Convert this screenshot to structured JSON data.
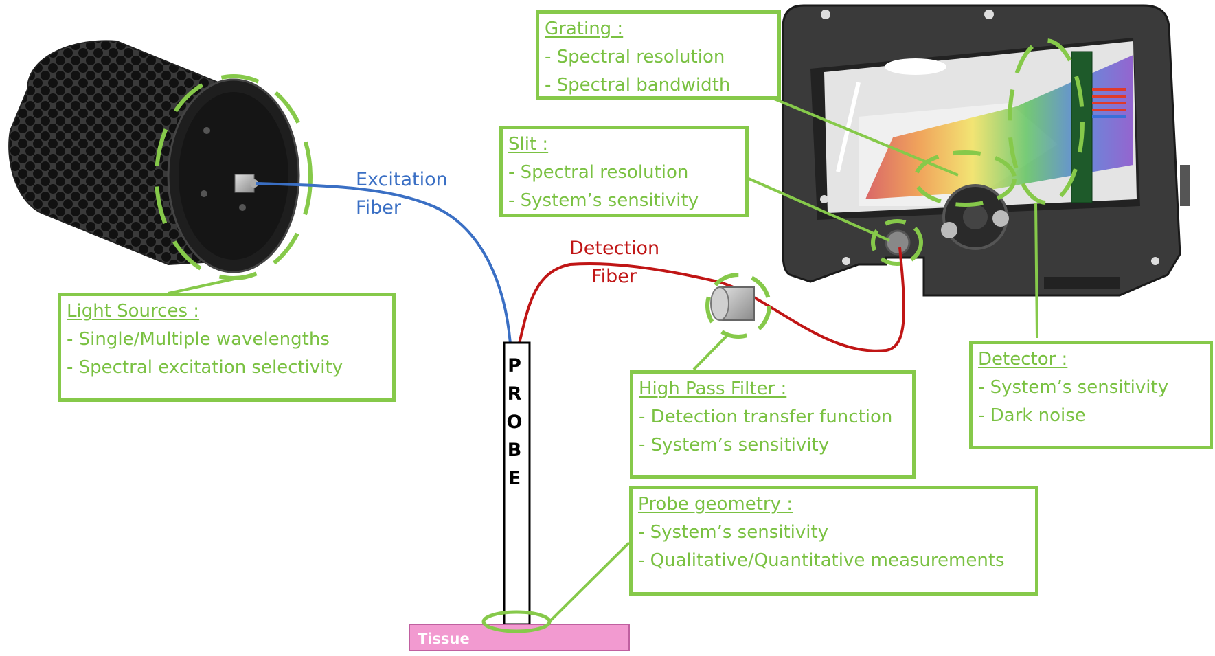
{
  "boxes": {
    "grating": {
      "title": "Grating :",
      "lines": [
        "-    Spectral resolution",
        "-    Spectral bandwidth"
      ]
    },
    "slit": {
      "title": "Slit :",
      "lines": [
        "-    Spectral resolution",
        "-    System’s sensitivity"
      ]
    },
    "light": {
      "title": "Light Sources :",
      "lines": [
        "- Single/Multiple wavelengths",
        "- Spectral excitation selectivity"
      ]
    },
    "filter": {
      "title": "High Pass Filter :",
      "lines": [
        "- Detection transfer function",
        "- System’s sensitivity"
      ]
    },
    "detector": {
      "title": "Detector :",
      "lines": [
        "- System’s sensitivity",
        "- Dark noise"
      ]
    },
    "probe_geo": {
      "title": "Probe geometry :",
      "lines": [
        "- System’s sensitivity",
        "- Qualitative/Quantitative measurements"
      ]
    }
  },
  "labels": {
    "excitation": [
      "Excitation",
      "Fiber"
    ],
    "detection": [
      "Detection",
      "Fiber"
    ],
    "probe": [
      "P",
      "R",
      "O",
      "B",
      "E"
    ],
    "tissue": "Tissue"
  },
  "colors": {
    "annotation_green": "#86c94a",
    "text_green": "#7ac142",
    "excitation_fiber": "#3a6fc4",
    "detection_fiber": "#c01515",
    "tissue": "#f29ad0"
  }
}
